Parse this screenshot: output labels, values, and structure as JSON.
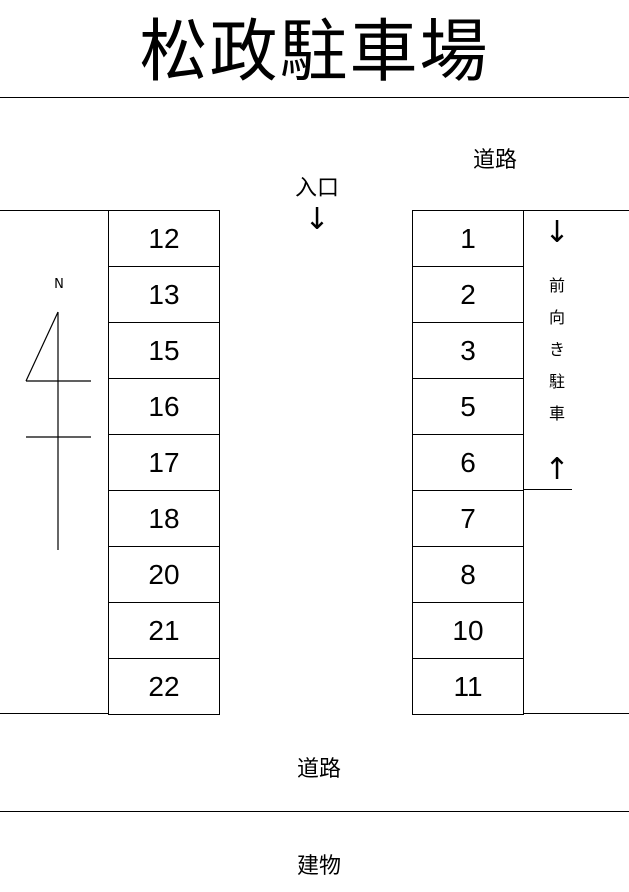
{
  "title": "松政駐車場",
  "labels": {
    "road_top": "道路",
    "entrance": "入口",
    "entrance_arrow": "↓",
    "road_bottom": "道路",
    "building": "建物",
    "front_parking_arrow_down": "↓",
    "front_parking_arrow_up": "↑",
    "front_parking_chars": [
      "前",
      "向",
      "き",
      "駐",
      "車"
    ],
    "compass_north": "N"
  },
  "left_column": {
    "spaces": [
      "12",
      "13",
      "15",
      "16",
      "17",
      "18",
      "20",
      "21",
      "22"
    ]
  },
  "right_column": {
    "spaces": [
      "1",
      "2",
      "3",
      "5",
      "6",
      "7",
      "8",
      "10",
      "11"
    ]
  }
}
